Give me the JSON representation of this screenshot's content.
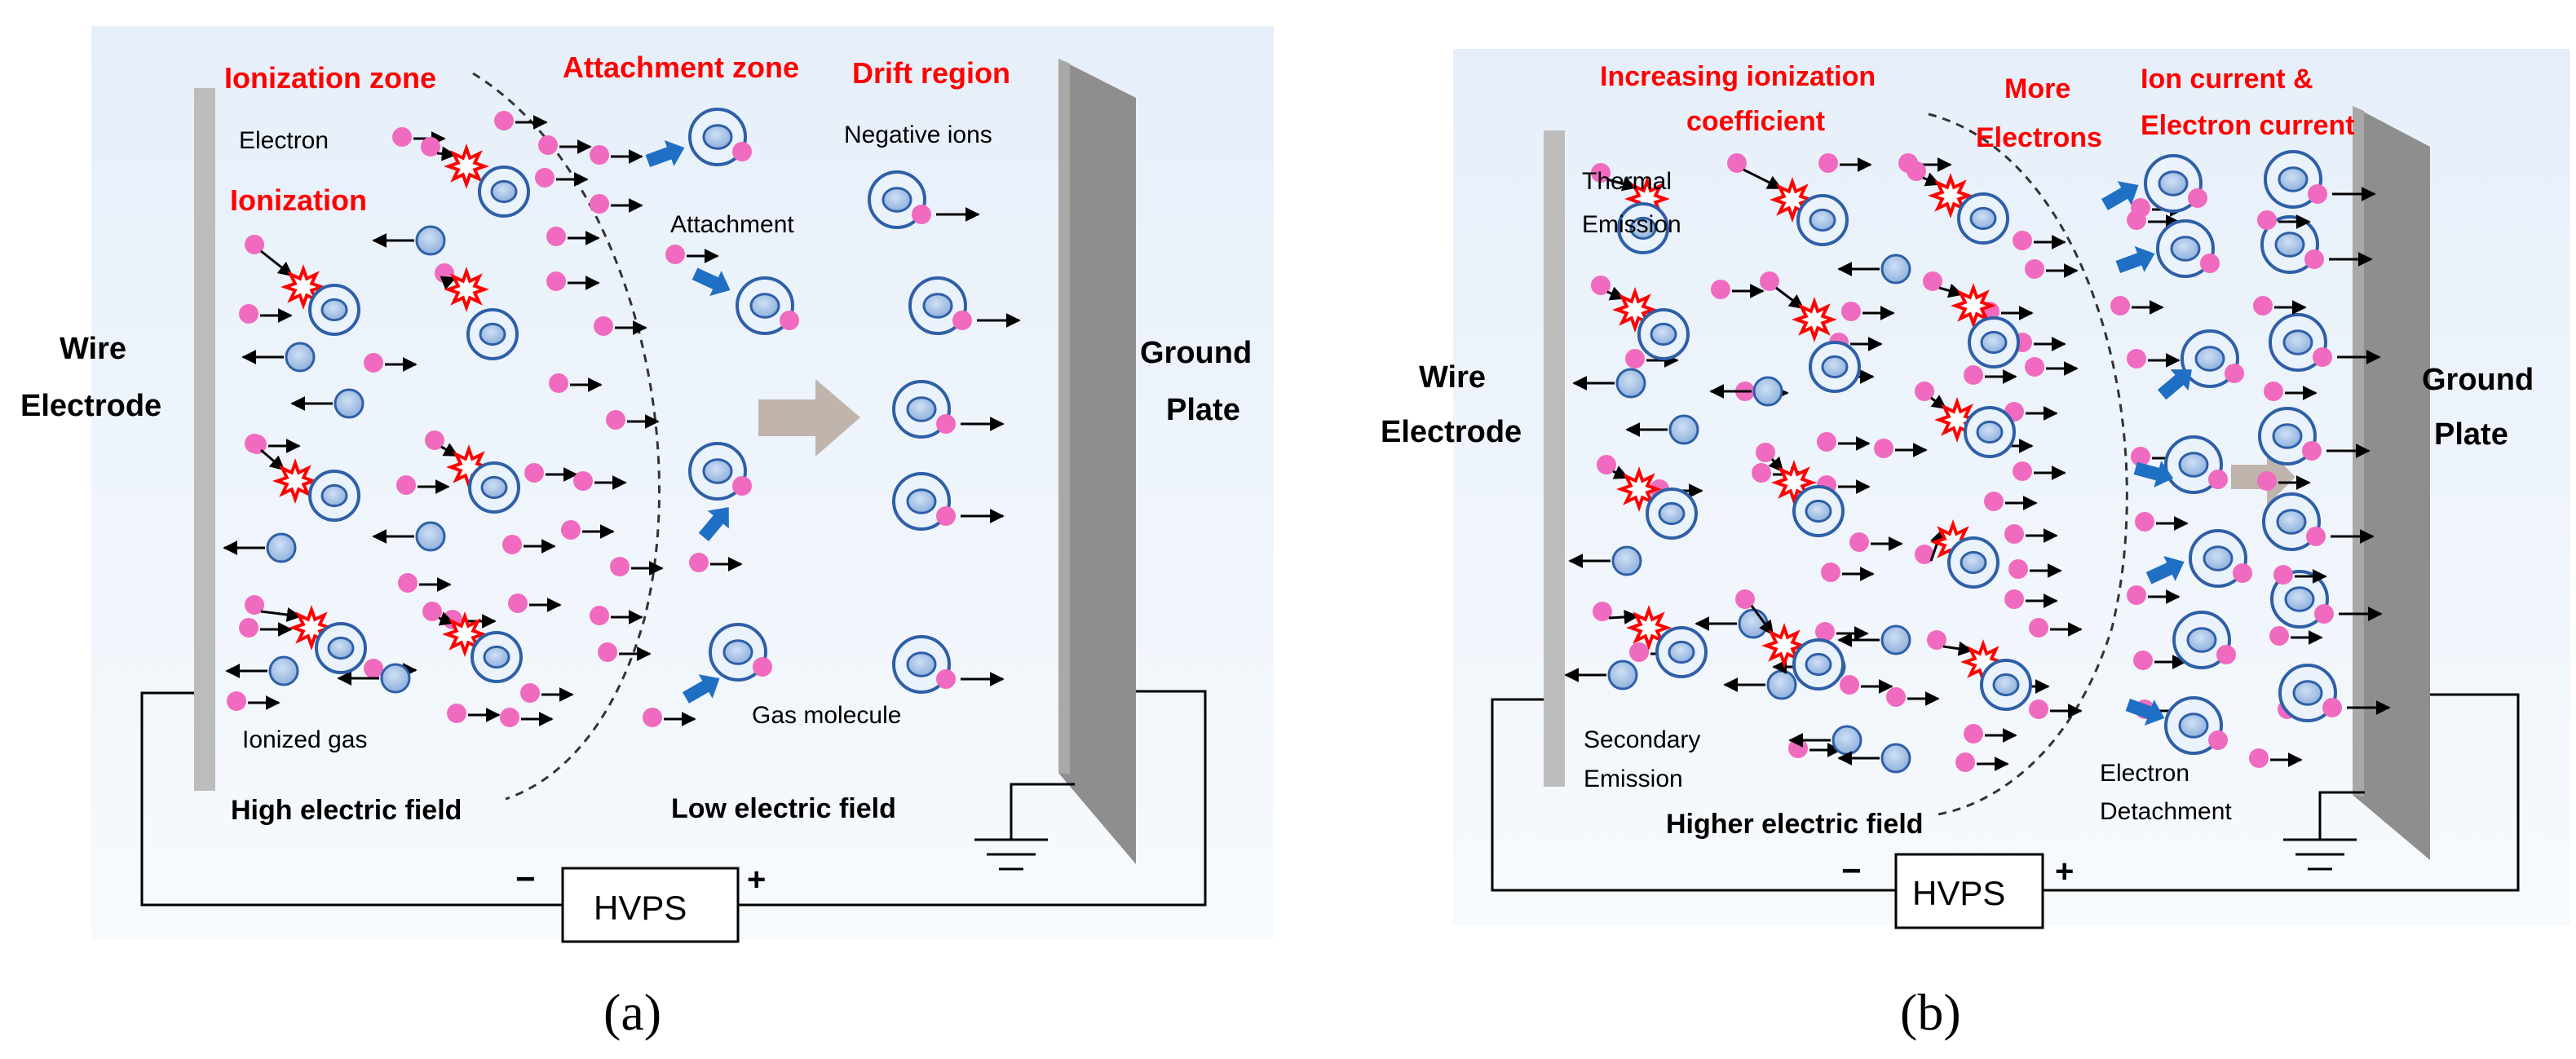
{
  "figure": {
    "panels": [
      {
        "id": "a",
        "label": "(a)",
        "zones": [
          "Ionization zone",
          "Attachment zone",
          "Drift region"
        ],
        "labels_red": [
          "Ionization"
        ],
        "labels": {
          "electron": "Electron",
          "negative_ions": "Negative ions",
          "attachment": "Attachment",
          "wire_electrode": [
            "Wire",
            "Electrode"
          ],
          "ground_plate": [
            "Ground",
            "Plate"
          ],
          "ionized_gas": "Ionized gas",
          "gas_molecule": "Gas molecule",
          "field_left": "High electric field",
          "field_right": "Low electric field",
          "supply": "HVPS",
          "minus": "−",
          "plus": "+"
        }
      },
      {
        "id": "b",
        "label": "(b)",
        "zones": [
          [
            "Increasing ionization",
            "coefficient"
          ],
          [
            "More",
            "Electrons"
          ],
          [
            "Ion current &",
            "Electron current"
          ]
        ],
        "labels": {
          "thermal_emission": [
            "Thermal",
            "Emission"
          ],
          "secondary_emission": [
            "Secondary",
            "Emission"
          ],
          "electron_detachment": [
            "Electron",
            "Detachment"
          ],
          "wire_electrode": [
            "Wire",
            "Electrode"
          ],
          "ground_plate": [
            "Ground",
            "Plate"
          ],
          "field_left": "Higher electric field",
          "supply": "HVPS",
          "minus": "−",
          "plus": "+"
        }
      }
    ],
    "colors": {
      "zone_text": "#ff0000",
      "electron": "#f06bbf",
      "molecule_fill": "#a9c2e6",
      "molecule_ring": "#2e5fa7",
      "attach_arrow": "#1f6fc4",
      "drift_arrow": "#c0b5ad",
      "spark": "#ff0000",
      "electrode": "#bcbcbc",
      "plate": "#8e8e8e",
      "background_top": "#eaf2fb"
    }
  }
}
